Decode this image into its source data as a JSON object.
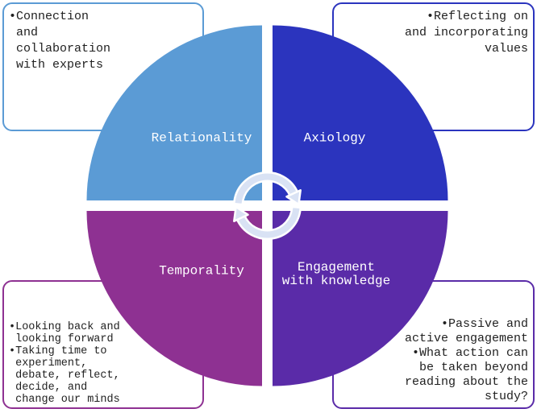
{
  "bullet_char": "•",
  "colors": {
    "background": "#FFFFFF",
    "label_text": "#FFFFFF",
    "callout_text": "#1F1F1F",
    "arrow_fill": "#D9E2F4",
    "arrow_outline": "#FFFFFF"
  },
  "center_icon": "cycle-arrows",
  "quadrants": [
    {
      "name": "relationality",
      "label": "Relationality",
      "color": "#5B9BD5",
      "callout": {
        "position": "top-left",
        "border_color": "#5B9BD5",
        "items": [
          "Connection and collaboration with experts"
        ]
      }
    },
    {
      "name": "axiology",
      "label": "Axiology",
      "color": "#2B34BE",
      "callout": {
        "position": "top-right",
        "border_color": "#2B34BE",
        "items": [
          "Reflecting on and incorporating values"
        ]
      }
    },
    {
      "name": "temporality",
      "label": "Temporality",
      "color": "#8E3192",
      "callout": {
        "position": "bottom-left",
        "border_color": "#8E3192",
        "items": [
          "Looking back and looking forward",
          "Taking time to experiment, debate, reflect, decide, and change our minds"
        ]
      }
    },
    {
      "name": "engagement-with-knowledge",
      "label": "Engagement with knowledge",
      "label_lines": [
        "Engagement",
        "with knowledge"
      ],
      "color": "#5A2BA8",
      "callout": {
        "position": "bottom-right",
        "border_color": "#5A2BA8",
        "items": [
          "Passive and active engagement",
          "What action can be taken beyond reading about the study?"
        ]
      }
    }
  ]
}
